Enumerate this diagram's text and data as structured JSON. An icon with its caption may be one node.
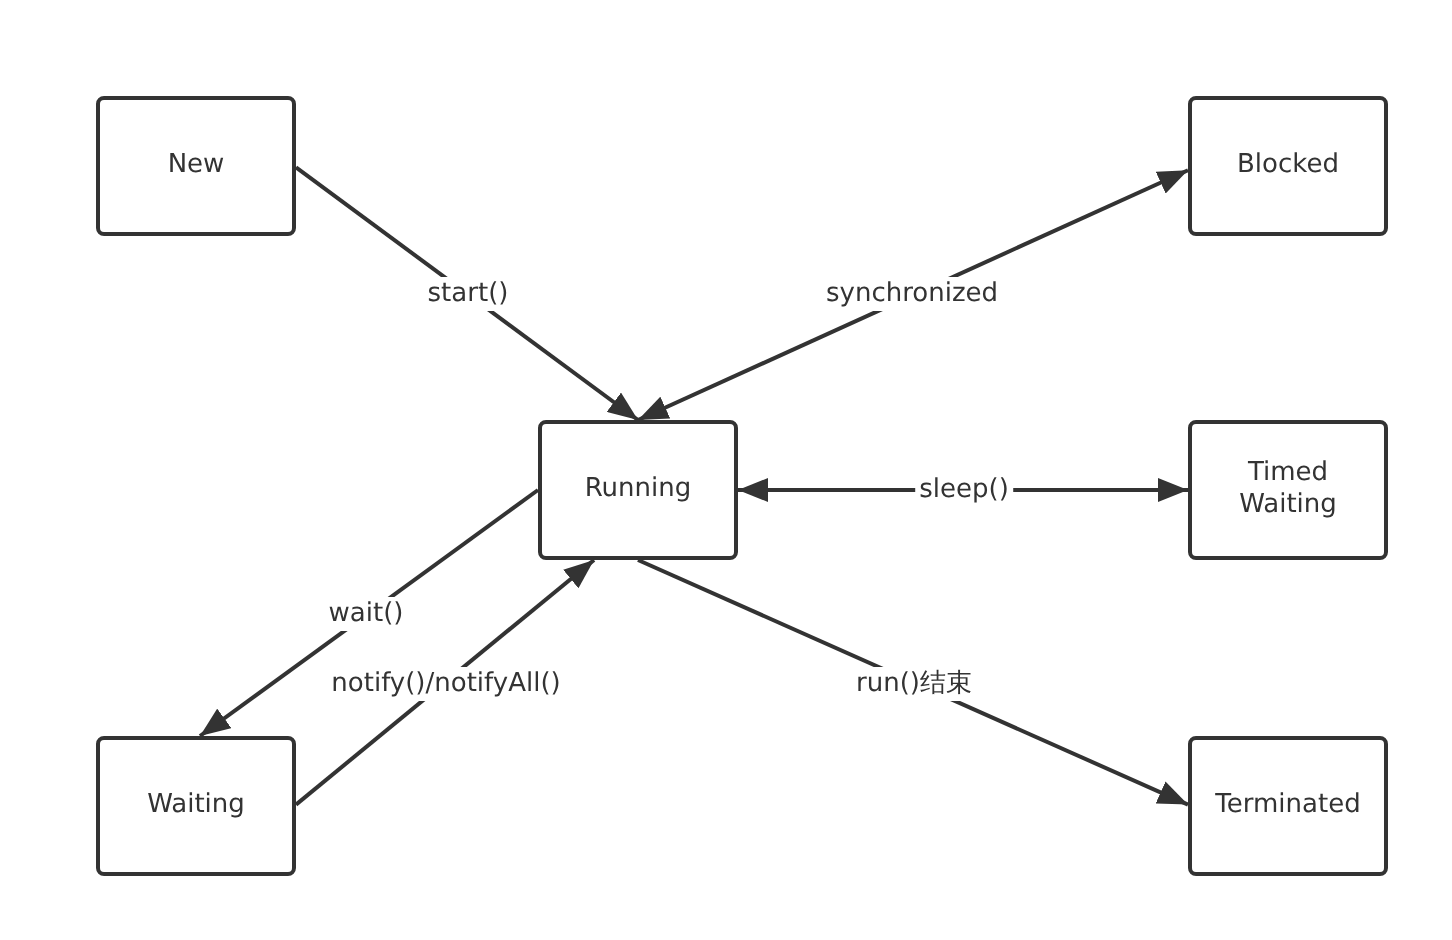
{
  "diagram": {
    "nodes": [
      {
        "text": [
          "New"
        ]
      },
      {
        "text": [
          "Blocked"
        ]
      },
      {
        "text": [
          "Running"
        ]
      },
      {
        "text": [
          "Timed Waiting"
        ]
      },
      {
        "text": [
          "Waiting"
        ]
      },
      {
        "text": [
          "Terminated"
        ]
      }
    ],
    "edges": [
      {
        "from": 0,
        "to": 2,
        "arrow": "to",
        "label": "start()"
      },
      {
        "from": 2,
        "to": 1,
        "arrow": "both",
        "label": "synchronized"
      },
      {
        "from": 2,
        "to": 3,
        "arrow": "both",
        "label": "sleep()"
      },
      {
        "from": 2,
        "to": 4,
        "arrow": "to",
        "label": "wait()"
      },
      {
        "from": 4,
        "to": 2,
        "arrow": "to",
        "label": "notify()/notifyAll()"
      },
      {
        "from": 2,
        "to": 5,
        "arrow": "to",
        "label": "run()结束"
      }
    ]
  }
}
